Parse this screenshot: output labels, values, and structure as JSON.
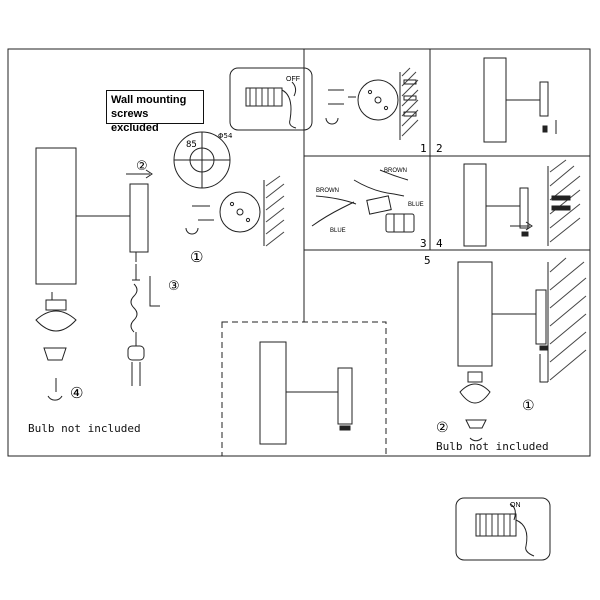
{
  "notes": {
    "wall_mounting_line1": "Wall mounting",
    "wall_mounting_line2": "screws excluded",
    "bulb_left": "Bulb not included",
    "bulb_right": "Bulb not included"
  },
  "switch": {
    "off_label": "OFF",
    "on_label": "ON"
  },
  "plate": {
    "dim_a": "85",
    "dim_b": "Φ54"
  },
  "wires": {
    "brown_1": "BROWN",
    "brown_2": "BROWN",
    "blue_1": "BLUE",
    "blue_2": "BLUE"
  },
  "steps": {
    "panel_1": "1",
    "panel_2": "2",
    "panel_3": "3",
    "panel_4": "4",
    "panel_5": "5",
    "main_1": "①",
    "main_2": "②",
    "main_3": "③",
    "main_4": "④",
    "right_1": "①",
    "right_2": "②"
  }
}
